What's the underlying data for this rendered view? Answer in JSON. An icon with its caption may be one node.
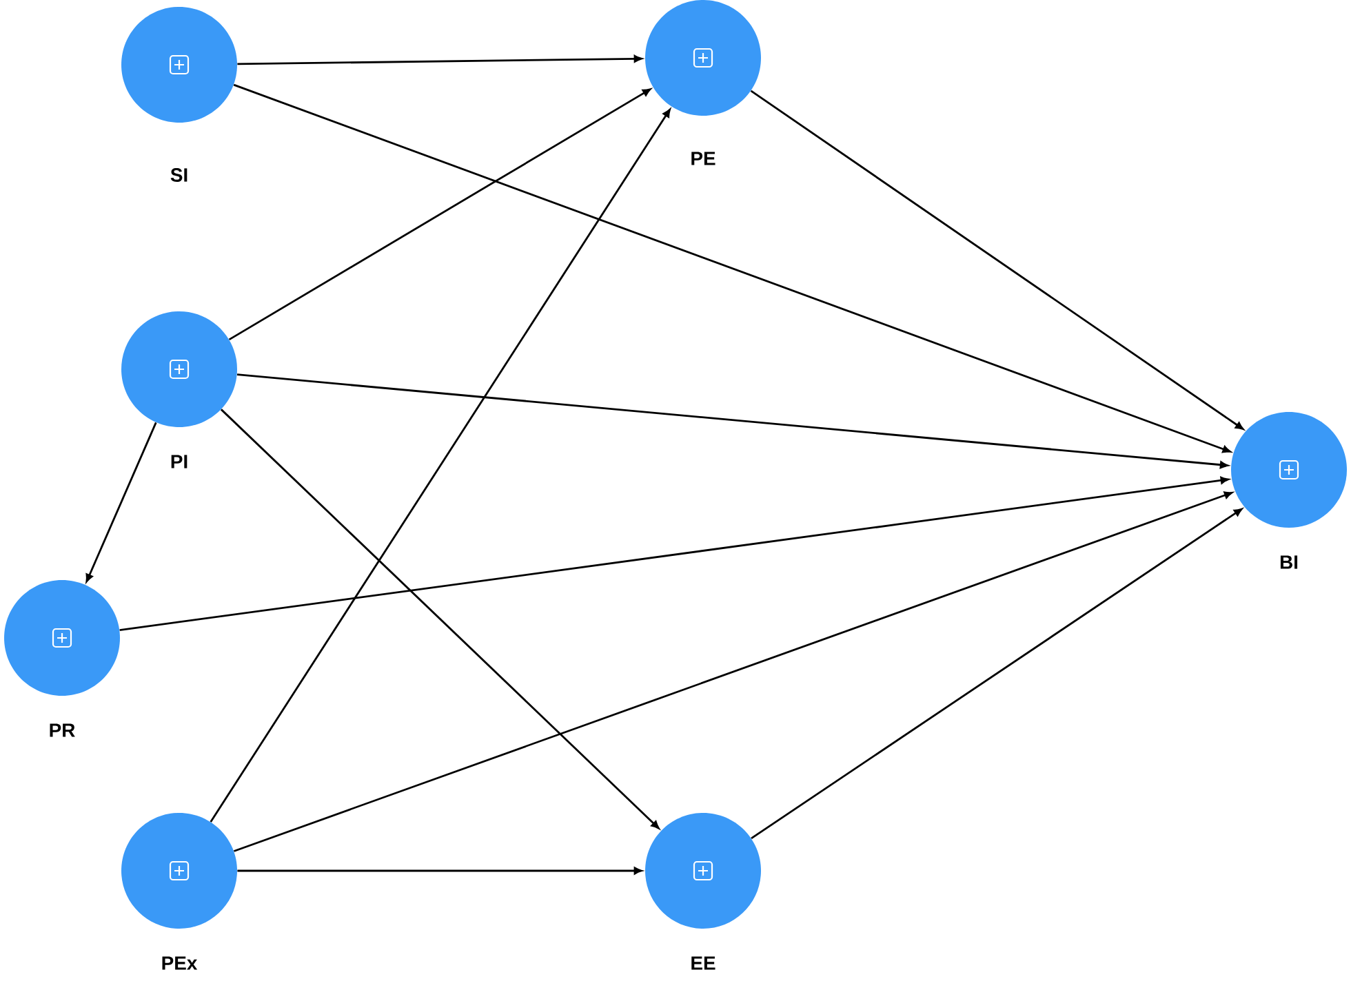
{
  "diagram": {
    "nodes": [
      {
        "text": [
          "SI"
        ]
      },
      {
        "text": [
          "PE"
        ]
      },
      {
        "text": [
          "PI"
        ]
      },
      {
        "text": [
          "BI"
        ]
      },
      {
        "text": [
          "PR"
        ]
      },
      {
        "text": [
          "PEx"
        ]
      },
      {
        "text": [
          "EE"
        ]
      }
    ],
    "edges": [
      {
        "from": 0,
        "to": 1,
        "arrow": "to"
      },
      {
        "from": 0,
        "to": 3,
        "arrow": "to"
      },
      {
        "from": 2,
        "to": 1,
        "arrow": "to"
      },
      {
        "from": 2,
        "to": 3,
        "arrow": "to"
      },
      {
        "from": 2,
        "to": 4,
        "arrow": "to"
      },
      {
        "from": 2,
        "to": 6,
        "arrow": "to"
      },
      {
        "from": 1,
        "to": 3,
        "arrow": "to"
      },
      {
        "from": 4,
        "to": 3,
        "arrow": "to"
      },
      {
        "from": 5,
        "to": 1,
        "arrow": "to"
      },
      {
        "from": 5,
        "to": 3,
        "arrow": "to"
      },
      {
        "from": 5,
        "to": 6,
        "arrow": "to"
      },
      {
        "from": 6,
        "to": 3,
        "arrow": "to"
      }
    ]
  }
}
